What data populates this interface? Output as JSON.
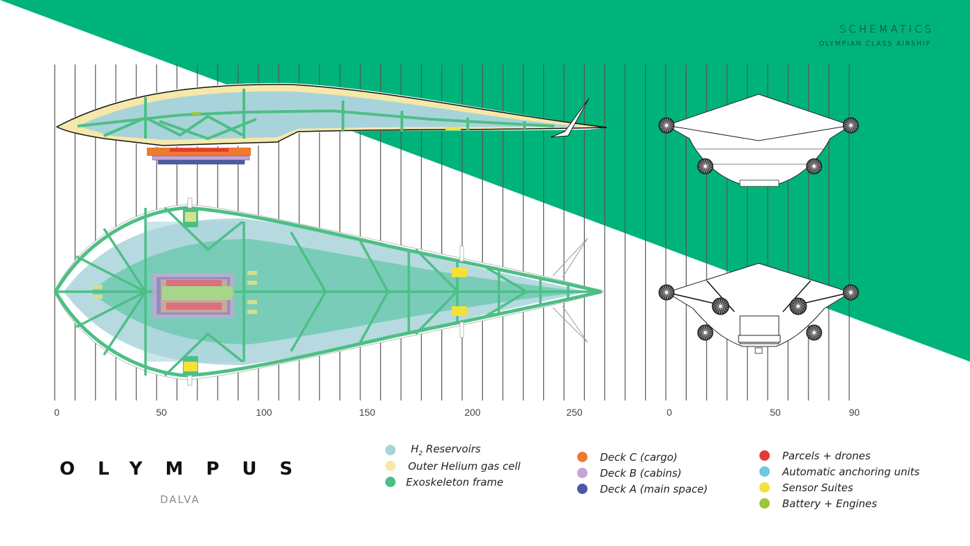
{
  "header": {
    "title": "SCHEMATICS",
    "subtitle": "OLYMPIAN CLASS AIRSHIP"
  },
  "colors": {
    "accent_green": "#00b37a",
    "frame_green": "#4dbf85",
    "h2_blue": "#a9d3db",
    "helium_yellow": "#f5e8a8",
    "deck_c_orange": "#ee7a30",
    "deck_b_lilac": "#c9a3d6",
    "deck_a_blue": "#4b5aa8",
    "parcels_red": "#e53935",
    "anchoring_cyan": "#6cc8dc",
    "sensor_yellow": "#f4e03a",
    "battery_lime": "#9cc63c"
  },
  "scale_main": {
    "unit_hint": "length",
    "ticks": [
      "0",
      "50",
      "100",
      "150",
      "200",
      "250"
    ]
  },
  "scale_front": {
    "ticks": [
      "0",
      "50",
      "90"
    ]
  },
  "branding": {
    "name": "OLYMPUS",
    "maker": "DALVA"
  },
  "legend": {
    "col1": [
      {
        "label_main": "H",
        "label_sub": "2",
        "label_rest": " Reservoirs",
        "color": "#a9d3db"
      },
      {
        "label": "Outer Helium gas cell",
        "color": "#f5e8a8"
      },
      {
        "label": "Exoskeleton frame",
        "color": "#4dbf85"
      }
    ],
    "col2": [
      {
        "label": "Deck C (cargo)",
        "color": "#ee7a30"
      },
      {
        "label": "Deck B (cabins)",
        "color": "#c9a3d6"
      },
      {
        "label": "Deck A (main space)",
        "color": "#4b5aa8"
      }
    ],
    "col3": [
      {
        "label": "Parcels + drones",
        "color": "#e53935"
      },
      {
        "label": "Automatic anchoring units",
        "color": "#6cc8dc"
      },
      {
        "label": "Sensor Suites",
        "color": "#f4e03a"
      },
      {
        "label": "Battery + Engines",
        "color": "#9cc63c"
      }
    ]
  },
  "views": {
    "side": "side-view",
    "top": "top-view",
    "front": "front-view",
    "rear": "rear-view"
  }
}
